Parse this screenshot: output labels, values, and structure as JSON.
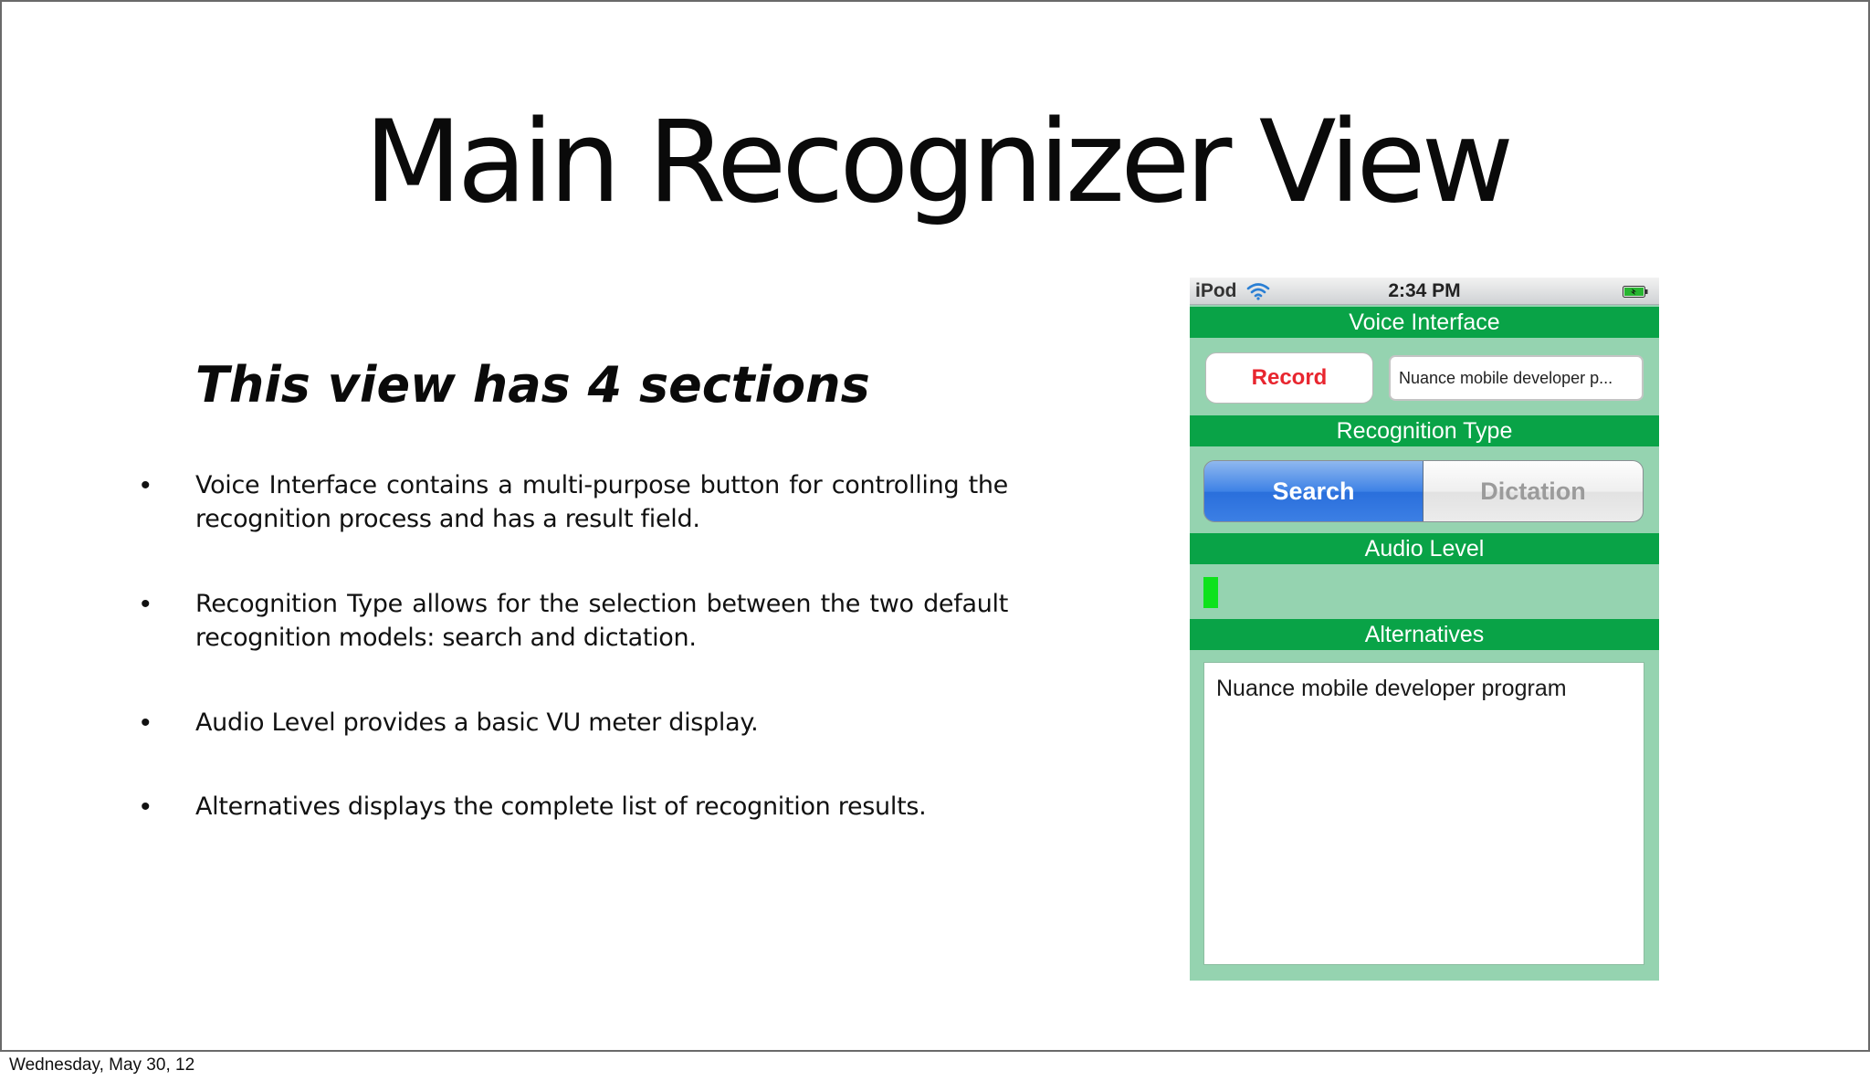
{
  "slide": {
    "title": "Main Recognizer View",
    "subtitle": "This view has 4 sections",
    "bullets": [
      {
        "marker": "•",
        "text": "Voice Interface contains a multi-purpose button for controlling the recognition process and has a result field."
      },
      {
        "marker": "•",
        "text": "Recognition Type allows for the selection between the two default recognition models: search and dictation."
      },
      {
        "marker": "•",
        "text": "Audio Level provides a basic VU meter display."
      },
      {
        "marker": "•",
        "text": "Alternatives displays the complete list of recognition results."
      }
    ]
  },
  "phone": {
    "status_bar": {
      "carrier": "iPod",
      "time": "2:34 PM",
      "wifi_icon": "wifi-icon",
      "battery_icon": "battery-charging-icon"
    },
    "voice_interface": {
      "header": "Voice Interface",
      "record_label": "Record",
      "result_value": "Nuance mobile developer p..."
    },
    "recognition_type": {
      "header": "Recognition Type",
      "options": [
        "Search",
        "Dictation"
      ],
      "selected": "Search"
    },
    "audio_level": {
      "header": "Audio Level"
    },
    "alternatives": {
      "header": "Alternatives",
      "items": [
        "Nuance mobile developer program"
      ]
    },
    "colors": {
      "section_bar": "#09a347",
      "background": "#95d3b0",
      "record_text": "#e8262f",
      "segment_selected": "#3e82e6",
      "meter": "#0ee21c"
    }
  },
  "footer": {
    "date": "Wednesday, May 30, 12"
  }
}
